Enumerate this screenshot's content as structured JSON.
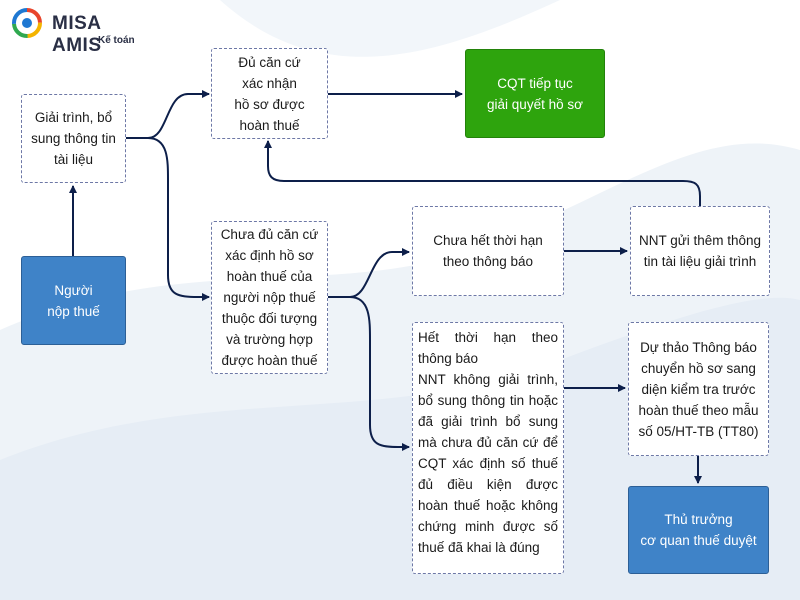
{
  "logo": {
    "brand": "MISA AMIS",
    "product": "Kế toán"
  },
  "colors": {
    "blue_box": "#3f83c8",
    "green_box": "#2ea40d",
    "connector": "#0d1f4a",
    "box_border": "#6d78a6"
  },
  "nodes": {
    "nguoi_nop_thue": "Người\nnộp thuế",
    "giai_trinh": "Giải trình, bổ sung thông tin tài liệu",
    "du_can_cu": "Đủ căn cứ\nxác nhận\nhồ sơ được\nhoàn thuế",
    "cqt_tiep_tuc": "CQT tiếp tục\ngiải quyết hồ sơ",
    "chua_du_can_cu": "Chưa đủ căn cứ xác định hồ sơ hoàn thuế của người nộp thuế thuộc đối tượng và trường hợp được hoàn thuế",
    "chua_het_han": "Chưa hết thời hạn theo thông báo",
    "nnt_gui_them": "NNT gửi thêm thông tin tài liệu giải trình",
    "het_han_line1": "Hết thời hạn theo thông báo",
    "het_han_line2": "NNT không giải trình, bổ sung thông tin hoặc đã giải trình bổ sung mà chưa đủ căn cứ để CQT xác định số thuế đủ điều kiện được hoàn thuế hoặc không chứng minh được số thuế đã khai là đúng",
    "du_thao": "Dự thảo Thông báo chuyển hồ sơ sang diện kiểm tra trước hoàn thuế theo mẫu số 05/HT-TB (TT80)",
    "thu_truong": "Thủ trưởng\ncơ quan thuế duyệt"
  }
}
